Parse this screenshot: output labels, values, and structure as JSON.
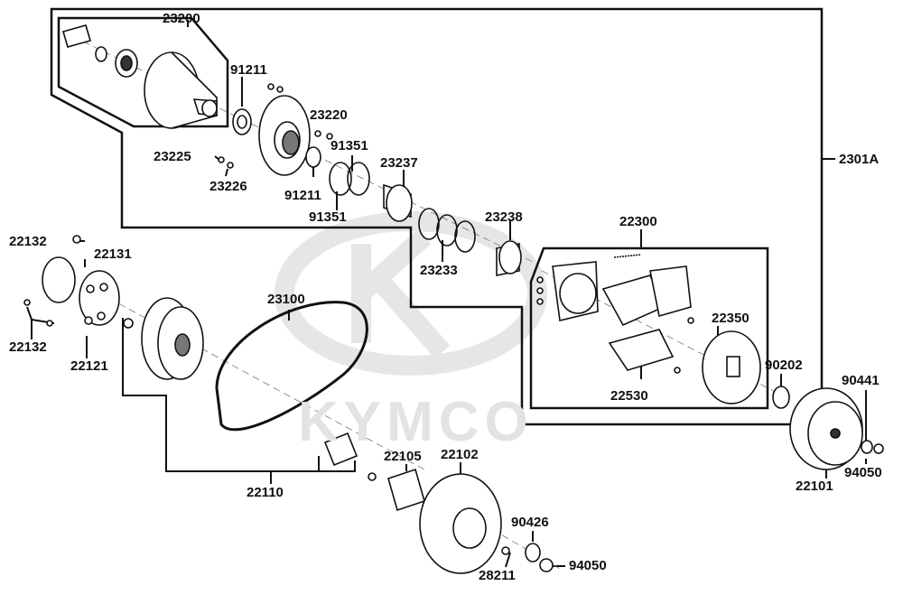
{
  "watermark": {
    "text": "KYMCO"
  },
  "callouts": [
    {
      "id": "23200",
      "text": "23200"
    },
    {
      "id": "91211a",
      "text": "91211"
    },
    {
      "id": "23220",
      "text": "23220"
    },
    {
      "id": "23225",
      "text": "23225"
    },
    {
      "id": "23226",
      "text": "23226"
    },
    {
      "id": "91351a",
      "text": "91351"
    },
    {
      "id": "91211b",
      "text": "91211"
    },
    {
      "id": "91351b",
      "text": "91351"
    },
    {
      "id": "23237",
      "text": "23237"
    },
    {
      "id": "23238",
      "text": "23238"
    },
    {
      "id": "23233",
      "text": "23233"
    },
    {
      "id": "2301A",
      "text": "2301A"
    },
    {
      "id": "22300",
      "text": "22300"
    },
    {
      "id": "22132a",
      "text": "22132"
    },
    {
      "id": "22131",
      "text": "22131"
    },
    {
      "id": "22132b",
      "text": "22132"
    },
    {
      "id": "22121",
      "text": "22121"
    },
    {
      "id": "23100",
      "text": "23100"
    },
    {
      "id": "22350",
      "text": "22350"
    },
    {
      "id": "90202",
      "text": "90202"
    },
    {
      "id": "22530",
      "text": "22530"
    },
    {
      "id": "90441",
      "text": "90441"
    },
    {
      "id": "94050a",
      "text": "94050"
    },
    {
      "id": "22101",
      "text": "22101"
    },
    {
      "id": "22105",
      "text": "22105"
    },
    {
      "id": "22102",
      "text": "22102"
    },
    {
      "id": "22110",
      "text": "22110"
    },
    {
      "id": "90426",
      "text": "90426"
    },
    {
      "id": "28211",
      "text": "28211"
    },
    {
      "id": "94050b",
      "text": "94050"
    }
  ]
}
